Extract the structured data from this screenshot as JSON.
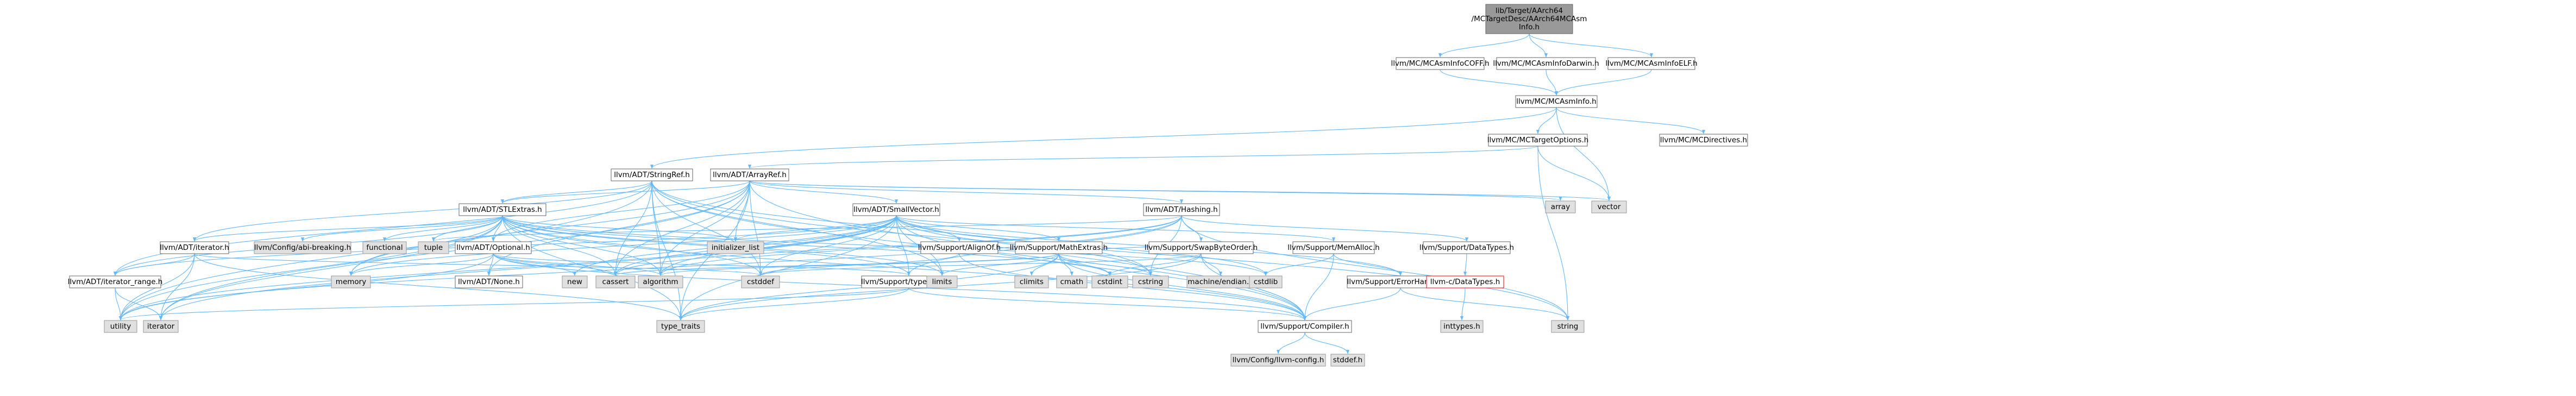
{
  "colors": {
    "edge": "#63b8ff",
    "node_fill": "#ffffff",
    "node_stroke": "#666666",
    "system_fill": "#e0e0e0",
    "system_stroke": "#999999",
    "root_fill": "#999999",
    "root_stroke": "#666666",
    "missing_stroke": "#ff0000"
  },
  "nodes": [
    {
      "id": "root",
      "lines": [
        "lib/Target/AArch64",
        "/MCTargetDesc/AArch64MCAsm",
        "Info.h"
      ],
      "kind": "root"
    },
    {
      "id": "asminfocoff",
      "lines": [
        "llvm/MC/MCAsmInfoCOFF.h"
      ],
      "kind": "node"
    },
    {
      "id": "asminfodarwin",
      "lines": [
        "llvm/MC/MCAsmInfoDarwin.h"
      ],
      "kind": "node"
    },
    {
      "id": "asminfoelf",
      "lines": [
        "llvm/MC/MCAsmInfoELF.h"
      ],
      "kind": "node"
    },
    {
      "id": "asminfo",
      "lines": [
        "llvm/MC/MCAsmInfo.h"
      ],
      "kind": "node"
    },
    {
      "id": "targetoptions",
      "lines": [
        "llvm/MC/MCTargetOptions.h"
      ],
      "kind": "node"
    },
    {
      "id": "directives",
      "lines": [
        "llvm/MC/MCDirectives.h"
      ],
      "kind": "node"
    },
    {
      "id": "stringref",
      "lines": [
        "llvm/ADT/StringRef.h"
      ],
      "kind": "node"
    },
    {
      "id": "arrayref",
      "lines": [
        "llvm/ADT/ArrayRef.h"
      ],
      "kind": "node"
    },
    {
      "id": "array",
      "lines": [
        "array"
      ],
      "kind": "system"
    },
    {
      "id": "vector",
      "lines": [
        "vector"
      ],
      "kind": "system"
    },
    {
      "id": "stlextras",
      "lines": [
        "llvm/ADT/STLExtras.h"
      ],
      "kind": "node"
    },
    {
      "id": "smallvector",
      "lines": [
        "llvm/ADT/SmallVector.h"
      ],
      "kind": "node"
    },
    {
      "id": "hashing",
      "lines": [
        "llvm/ADT/Hashing.h"
      ],
      "kind": "node"
    },
    {
      "id": "iterator",
      "lines": [
        "llvm/ADT/iterator.h"
      ],
      "kind": "node"
    },
    {
      "id": "configbreaking",
      "lines": [
        "llvm/Config/abi-breaking.h"
      ],
      "kind": "system"
    },
    {
      "id": "functional",
      "lines": [
        "functional"
      ],
      "kind": "system"
    },
    {
      "id": "tuple",
      "lines": [
        "tuple"
      ],
      "kind": "system"
    },
    {
      "id": "optional",
      "lines": [
        "llvm/ADT/Optional.h"
      ],
      "kind": "node"
    },
    {
      "id": "initializer_list",
      "lines": [
        "initializer_list"
      ],
      "kind": "system"
    },
    {
      "id": "alignof",
      "lines": [
        "llvm/Support/AlignOf.h"
      ],
      "kind": "node"
    },
    {
      "id": "mathextras",
      "lines": [
        "llvm/Support/MathExtras.h"
      ],
      "kind": "node"
    },
    {
      "id": "swapbyteorder",
      "lines": [
        "llvm/Support/SwapByteOrder.h"
      ],
      "kind": "node"
    },
    {
      "id": "memalloc",
      "lines": [
        "llvm/Support/MemAlloc.h"
      ],
      "kind": "node"
    },
    {
      "id": "datatypes",
      "lines": [
        "llvm/Support/DataTypes.h"
      ],
      "kind": "node"
    },
    {
      "id": "iterator_range",
      "lines": [
        "llvm/ADT/iterator_range.h"
      ],
      "kind": "node"
    },
    {
      "id": "memory",
      "lines": [
        "memory"
      ],
      "kind": "system"
    },
    {
      "id": "none",
      "lines": [
        "llvm/ADT/None.h"
      ],
      "kind": "node"
    },
    {
      "id": "new",
      "lines": [
        "new"
      ],
      "kind": "system"
    },
    {
      "id": "cassert",
      "lines": [
        "cassert"
      ],
      "kind": "system"
    },
    {
      "id": "algorithm",
      "lines": [
        "algorithm"
      ],
      "kind": "system"
    },
    {
      "id": "cstddef",
      "lines": [
        "cstddef"
      ],
      "kind": "system"
    },
    {
      "id": "typetraits_llvm",
      "lines": [
        "llvm/Support/type_traits.h"
      ],
      "kind": "node"
    },
    {
      "id": "limits",
      "lines": [
        "limits"
      ],
      "kind": "system"
    },
    {
      "id": "climits",
      "lines": [
        "climits"
      ],
      "kind": "system"
    },
    {
      "id": "cmath",
      "lines": [
        "cmath"
      ],
      "kind": "system"
    },
    {
      "id": "cstdint",
      "lines": [
        "cstdint"
      ],
      "kind": "system"
    },
    {
      "id": "cstring",
      "lines": [
        "cstring"
      ],
      "kind": "system"
    },
    {
      "id": "machineendian",
      "lines": [
        "machine/endian.h"
      ],
      "kind": "system"
    },
    {
      "id": "cstdlib",
      "lines": [
        "cstdlib"
      ],
      "kind": "system"
    },
    {
      "id": "errorhandling",
      "lines": [
        "llvm/Support/ErrorHandling.h"
      ],
      "kind": "node"
    },
    {
      "id": "llvmc_datatypes",
      "lines": [
        "llvm-c/DataTypes.h"
      ],
      "kind": "missing"
    },
    {
      "id": "string",
      "lines": [
        "string"
      ],
      "kind": "system"
    },
    {
      "id": "inttypes",
      "lines": [
        "inttypes.h"
      ],
      "kind": "system"
    },
    {
      "id": "utility",
      "lines": [
        "utility"
      ],
      "kind": "system"
    },
    {
      "id": "iterator_std",
      "lines": [
        "iterator"
      ],
      "kind": "system"
    },
    {
      "id": "type_traits",
      "lines": [
        "type_traits"
      ],
      "kind": "system"
    },
    {
      "id": "compiler",
      "lines": [
        "llvm/Support/Compiler.h"
      ],
      "kind": "node"
    },
    {
      "id": "llvmconfig",
      "lines": [
        "llvm/Config/llvm-config.h"
      ],
      "kind": "system"
    },
    {
      "id": "stddef",
      "lines": [
        "stddef.h"
      ],
      "kind": "system"
    }
  ],
  "edges": [
    [
      "root",
      "asminfocoff"
    ],
    [
      "root",
      "asminfodarwin"
    ],
    [
      "root",
      "asminfoelf"
    ],
    [
      "asminfocoff",
      "asminfo"
    ],
    [
      "asminfodarwin",
      "asminfo"
    ],
    [
      "asminfoelf",
      "asminfo"
    ],
    [
      "asminfo",
      "targetoptions"
    ],
    [
      "asminfo",
      "directives"
    ],
    [
      "asminfo",
      "vector"
    ],
    [
      "asminfo",
      "stringref"
    ],
    [
      "targetoptions",
      "arrayref"
    ],
    [
      "targetoptions",
      "string"
    ],
    [
      "targetoptions",
      "vector"
    ],
    [
      "stringref",
      "stlextras"
    ],
    [
      "stringref",
      "compiler"
    ],
    [
      "stringref",
      "algorithm"
    ],
    [
      "stringref",
      "cassert"
    ],
    [
      "stringref",
      "cstddef"
    ],
    [
      "stringref",
      "cstring"
    ],
    [
      "stringref",
      "limits"
    ],
    [
      "stringref",
      "string"
    ],
    [
      "stringref",
      "type_traits"
    ],
    [
      "stringref",
      "utility"
    ],
    [
      "stringref",
      "iterator_range"
    ],
    [
      "stringref",
      "iterator"
    ],
    [
      "arrayref",
      "hashing"
    ],
    [
      "arrayref",
      "smallvector"
    ],
    [
      "arrayref",
      "stlextras"
    ],
    [
      "arrayref",
      "compiler"
    ],
    [
      "arrayref",
      "algorithm"
    ],
    [
      "arrayref",
      "array"
    ],
    [
      "arrayref",
      "cassert"
    ],
    [
      "arrayref",
      "cstddef"
    ],
    [
      "arrayref",
      "initializer_list"
    ],
    [
      "arrayref",
      "iterator_std"
    ],
    [
      "arrayref",
      "memory"
    ],
    [
      "arrayref",
      "type_traits"
    ],
    [
      "arrayref",
      "vector"
    ],
    [
      "arrayref",
      "none"
    ],
    [
      "arrayref",
      "optional"
    ],
    [
      "stlextras",
      "optional"
    ],
    [
      "stlextras",
      "iterator"
    ],
    [
      "stlextras",
      "iterator_range"
    ],
    [
      "stlextras",
      "configbreaking"
    ],
    [
      "stlextras",
      "compiler"
    ],
    [
      "stlextras",
      "algorithm"
    ],
    [
      "stlextras",
      "cassert"
    ],
    [
      "stlextras",
      "cstddef"
    ],
    [
      "stlextras",
      "cstdint"
    ],
    [
      "stlextras",
      "cstdlib"
    ],
    [
      "stlextras",
      "functional"
    ],
    [
      "stlextras",
      "initializer_list"
    ],
    [
      "stlextras",
      "iterator_std"
    ],
    [
      "stlextras",
      "limits"
    ],
    [
      "stlextras",
      "memory"
    ],
    [
      "stlextras",
      "tuple"
    ],
    [
      "stlextras",
      "type_traits"
    ],
    [
      "stlextras",
      "utility"
    ],
    [
      "stlextras",
      "typetraits_llvm"
    ],
    [
      "smallvector",
      "iterator_range"
    ],
    [
      "smallvector",
      "alignof"
    ],
    [
      "smallvector",
      "compiler"
    ],
    [
      "smallvector",
      "mathextras"
    ],
    [
      "smallvector",
      "memalloc"
    ],
    [
      "smallvector",
      "typetraits_llvm"
    ],
    [
      "smallvector",
      "errorhandling"
    ],
    [
      "smallvector",
      "algorithm"
    ],
    [
      "smallvector",
      "cassert"
    ],
    [
      "smallvector",
      "cstddef"
    ],
    [
      "smallvector",
      "cstdlib"
    ],
    [
      "smallvector",
      "cstring"
    ],
    [
      "smallvector",
      "initializer_list"
    ],
    [
      "smallvector",
      "iterator_std"
    ],
    [
      "smallvector",
      "limits"
    ],
    [
      "smallvector",
      "memory"
    ],
    [
      "smallvector",
      "new"
    ],
    [
      "smallvector",
      "type_traits"
    ],
    [
      "smallvector",
      "utility"
    ],
    [
      "hashing",
      "datatypes"
    ],
    [
      "hashing",
      "swapbyteorder"
    ],
    [
      "hashing",
      "algorithm"
    ],
    [
      "hashing",
      "cassert"
    ],
    [
      "hashing",
      "cstring"
    ],
    [
      "hashing",
      "string"
    ],
    [
      "hashing",
      "tuple"
    ],
    [
      "hashing",
      "utility"
    ],
    [
      "hashing",
      "typetraits_llvm"
    ],
    [
      "iterator",
      "iterator_range"
    ],
    [
      "iterator",
      "cstddef"
    ],
    [
      "iterator",
      "iterator_std"
    ],
    [
      "iterator",
      "type_traits"
    ],
    [
      "iterator",
      "utility"
    ],
    [
      "optional",
      "none"
    ],
    [
      "optional",
      "compiler"
    ],
    [
      "optional",
      "typetraits_llvm"
    ],
    [
      "optional",
      "algorithm"
    ],
    [
      "optional",
      "cassert"
    ],
    [
      "optional",
      "memory"
    ],
    [
      "optional",
      "new"
    ],
    [
      "optional",
      "utility"
    ],
    [
      "iterator_range",
      "iterator_std"
    ],
    [
      "iterator_range",
      "utility"
    ],
    [
      "alignof",
      "compiler"
    ],
    [
      "alignof",
      "cstddef"
    ],
    [
      "mathextras",
      "compiler"
    ],
    [
      "mathextras",
      "swapbyteorder"
    ],
    [
      "mathextras",
      "algorithm"
    ],
    [
      "mathextras",
      "cassert"
    ],
    [
      "mathextras",
      "climits"
    ],
    [
      "mathextras",
      "cmath"
    ],
    [
      "mathextras",
      "cstdint"
    ],
    [
      "mathextras",
      "cstring"
    ],
    [
      "mathextras",
      "limits"
    ],
    [
      "mathextras",
      "type_traits"
    ],
    [
      "swapbyteorder",
      "compiler"
    ],
    [
      "swapbyteorder",
      "cstddef"
    ],
    [
      "swapbyteorder",
      "cstdint"
    ],
    [
      "swapbyteorder",
      "type_traits"
    ],
    [
      "swapbyteorder",
      "machineendian"
    ],
    [
      "memalloc",
      "compiler"
    ],
    [
      "memalloc",
      "errorhandling"
    ],
    [
      "memalloc",
      "cstdlib"
    ],
    [
      "datatypes",
      "llvmc_datatypes"
    ],
    [
      "llvmc_datatypes",
      "inttypes"
    ],
    [
      "typetraits_llvm",
      "compiler"
    ],
    [
      "typetraits_llvm",
      "type_traits"
    ],
    [
      "typetraits_llvm",
      "utility"
    ],
    [
      "errorhandling",
      "compiler"
    ],
    [
      "errorhandling",
      "string"
    ],
    [
      "compiler",
      "llvmconfig"
    ],
    [
      "compiler",
      "stddef"
    ]
  ]
}
